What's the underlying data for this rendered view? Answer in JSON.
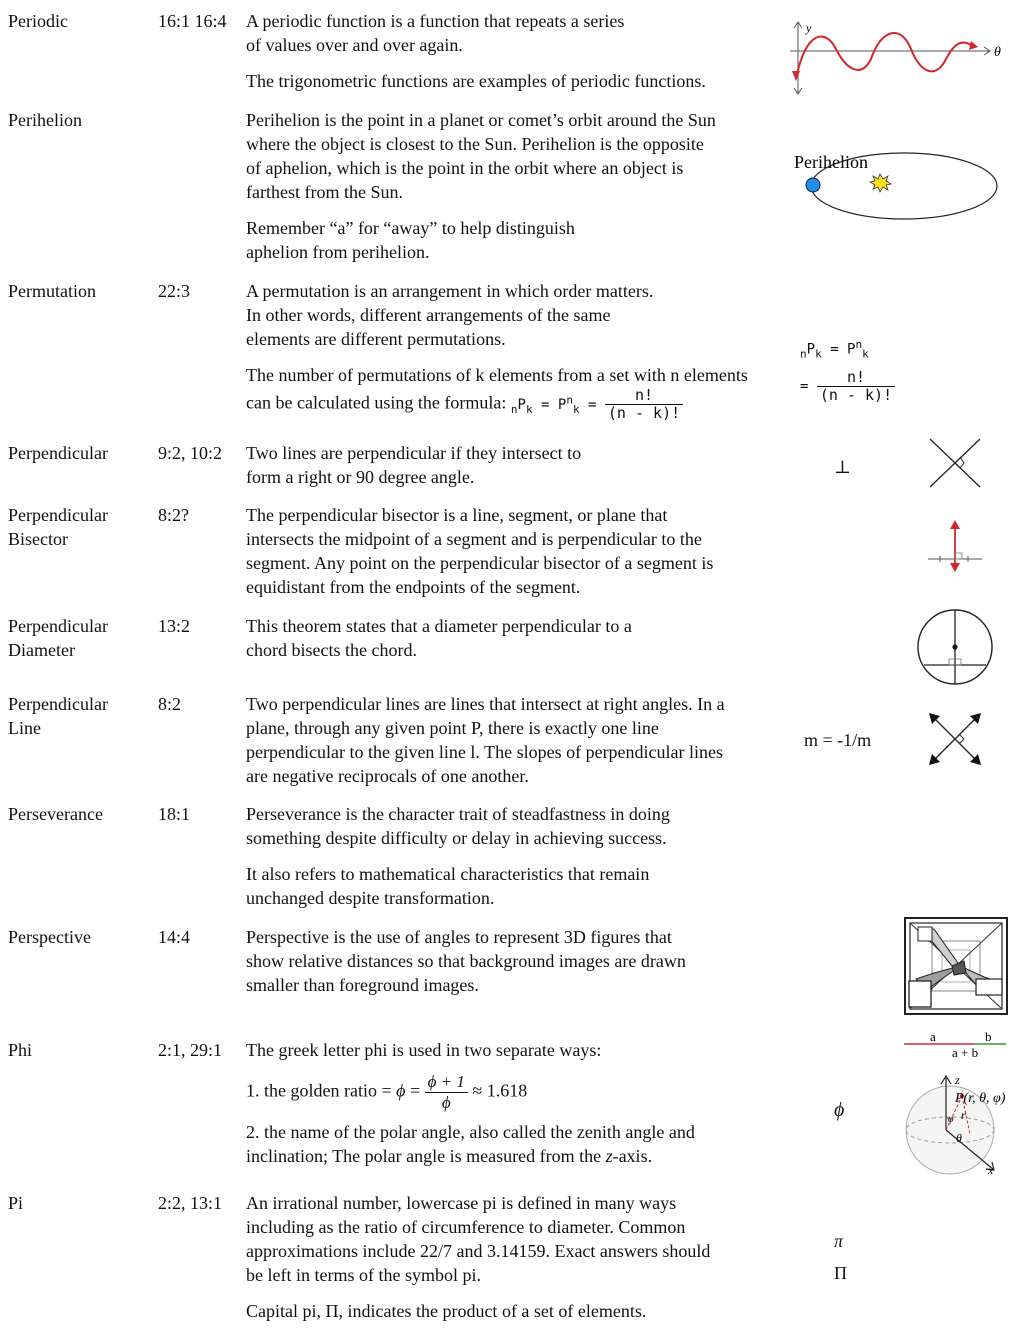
{
  "entries": [
    {
      "term": "Periodic",
      "ref": "16:1 16:4",
      "paragraphs": [
        "A periodic function is a function that repeats a series of values over and over again.",
        "The trigonometric functions are examples of periodic functions."
      ],
      "illustration": {
        "y_axis": "y",
        "x_axis": "θ"
      }
    },
    {
      "term": "Perihelion",
      "ref": "",
      "paragraphs": [
        "Perihelion is the point in a planet or comet’s orbit around the Sun where the object is closest to the Sun. Perihelion is the opposite of aphelion, which is the point in the orbit where an object is farthest from the Sun.",
        "Remember “a” for “away” to help distinguish aphelion from perihelion."
      ],
      "illustration": {
        "label": "Perihelion"
      }
    },
    {
      "term": "Permutation",
      "ref": "22:3",
      "paragraphs": [
        "A permutation is an arrangement in which order matters. In other words, different arrangements of the same elements are different permutations."
      ],
      "formula_intro": "The number of permutations of k elements from a set with n elements can be calculated using the formula:",
      "formula": {
        "lhs_pre": "n",
        "lhs_p": "P",
        "lhs_sub": "k",
        "eq": "=",
        "mid_p": "P",
        "mid_sup": "n",
        "mid_sub": "k",
        "num": "n!",
        "den": "(n - k)!"
      }
    },
    {
      "term": "Perpendicular",
      "ref": "9:2, 10:2",
      "paragraphs": [
        "Two lines are perpendicular if they intersect to form a right or 90 degree angle."
      ],
      "symbol": "⊥"
    },
    {
      "term_lines": [
        "Perpendicular",
        "Bisector"
      ],
      "ref": "8:2?",
      "paragraphs": [
        "The perpendicular bisector is a line, segment, or plane that intersects the midpoint of a segment and is perpendicular to the segment. Any point on the perpendicular bisector of a segment is equidistant from the endpoints of the segment."
      ]
    },
    {
      "term_lines": [
        "Perpendicular",
        "Diameter"
      ],
      "ref": "13:2",
      "paragraphs": [
        "This theorem states that a diameter perpendicular to a chord bisects the chord."
      ]
    },
    {
      "term_lines": [
        "Perpendicular",
        "Line"
      ],
      "ref": "8:2",
      "paragraphs": [
        "Two perpendicular lines are lines that intersect at right angles. In a plane, through any given point P, there is exactly one line perpendicular to the given line l. The slopes of perpendicular lines are negative reciprocals of one another."
      ],
      "symbol": "m = -1/m"
    },
    {
      "term": "Perseverance",
      "ref": "18:1",
      "paragraphs": [
        "Perseverance is the character trait of steadfastness in doing something despite difficulty or delay in achieving success.",
        "It also refers to mathematical characteristics that remain unchanged despite transformation."
      ]
    },
    {
      "term": "Perspective",
      "ref": "14:4",
      "paragraphs": [
        "Perspective is the use of angles to represent 3D figures that show relative distances so that background images are drawn smaller than foreground images."
      ]
    },
    {
      "term": "Phi",
      "ref": "2:1, 29:1",
      "paragraphs": [
        "The greek letter phi is used in two separate ways:"
      ],
      "golden_intro": "1. the golden ratio =",
      "golden_phi": "ϕ",
      "golden_eq": "=",
      "golden_num": "ϕ + 1",
      "golden_den": "ϕ",
      "golden_approx": "≈ 1.618",
      "polar_pre": "2. the name of the polar angle, also called the zenith angle and inclination; The polar angle is measured from the",
      "polar_axis": "z",
      "polar_post": "-axis.",
      "symbol": "ϕ",
      "golden_fig": {
        "a": "a",
        "b": "b",
        "sum": "a + b"
      },
      "sphere_fig": {
        "z": "z",
        "x": "x",
        "point": "P(r, θ, φ)",
        "r": "r",
        "theta": "θ",
        "phi": "φ"
      }
    },
    {
      "term": "Pi",
      "ref": "2:2, 13:1",
      "paragraphs": [
        "An irrational number, lowercase pi is defined in many ways including as the ratio of circumference to diameter. Common approximations include 22/7 and 3.14159. Exact answers should be left in terms of the symbol pi.",
        "Capital pi, Π, indicates the product of a set of elements."
      ],
      "symbol_lower": "π",
      "symbol_upper": "Π"
    }
  ]
}
